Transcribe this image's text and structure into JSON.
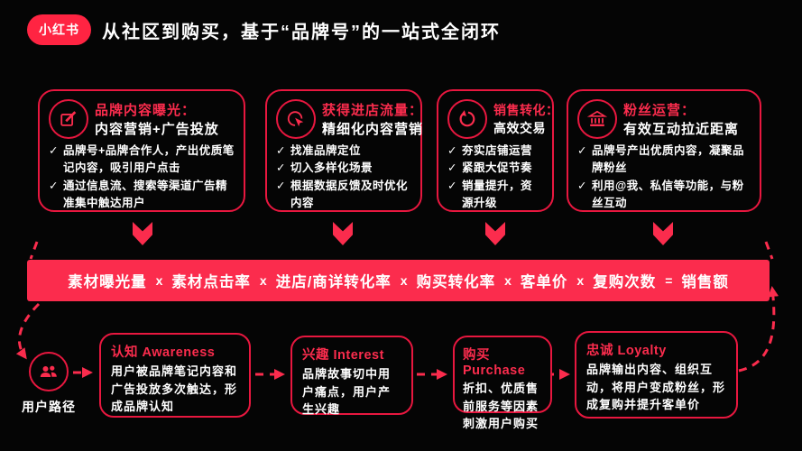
{
  "colors": {
    "background": "#050505",
    "brand_red": "#ff2442",
    "border_red": "#e8173f",
    "bright_red": "#fb2c4d",
    "text_white": "#ffffff"
  },
  "header": {
    "logo": "小红书",
    "title": "从社区到购买，基于“品牌号”的一站式全闭环"
  },
  "marks": {
    "check": "✓"
  },
  "top_boxes": [
    {
      "icon": "edit-icon",
      "title": "品牌内容曝光：",
      "subtitle": "内容营销+广告投放",
      "bullets": [
        "品牌号+品牌合作人，产出优质笔记内容，吸引用户点击",
        "通过信息流、搜索等渠道广告精准集中触达用户"
      ]
    },
    {
      "icon": "click-icon",
      "title": "获得进店流量：",
      "subtitle": "精细化内容营销",
      "bullets": [
        "找准品牌定位",
        "切入多样化场景",
        "根据数据反馈及时优化内容"
      ]
    },
    {
      "icon": "refresh-icon",
      "title": "销售转化：",
      "subtitle": "高效交易",
      "bullets": [
        "夯实店铺运营",
        "紧跟大促节奏",
        "销量提升，资源升级"
      ]
    },
    {
      "icon": "bank-icon",
      "title": "粉丝运营：",
      "subtitle": "有效互动拉近距离",
      "bullets": [
        "品牌号产出优质内容，凝聚品牌粉丝",
        "利用@我、私信等功能，与粉丝互动"
      ]
    }
  ],
  "formula": {
    "segments": [
      "素材曝光量",
      "素材点击率",
      "进店/商详转化率",
      "购买转化率",
      "客单价",
      "复购次数"
    ],
    "multiply": "x",
    "equals": "=",
    "result": "销售额"
  },
  "user_path": {
    "label": "用户路径"
  },
  "journey": [
    {
      "title": "认知 Awareness",
      "body": "用户被品牌笔记内容和广告投放多次触达，形成品牌认知"
    },
    {
      "title": "兴趣 Interest",
      "body": "品牌故事切中用户痛点，用户产生兴趣"
    },
    {
      "title": "购买 Purchase",
      "body": "折扣、优质售前服务等因素刺激用户购买"
    },
    {
      "title": "忠诚 Loyalty",
      "body": "品牌输出内容、组织互动，将用户变成粉丝，形成复购并提升客单价"
    }
  ]
}
